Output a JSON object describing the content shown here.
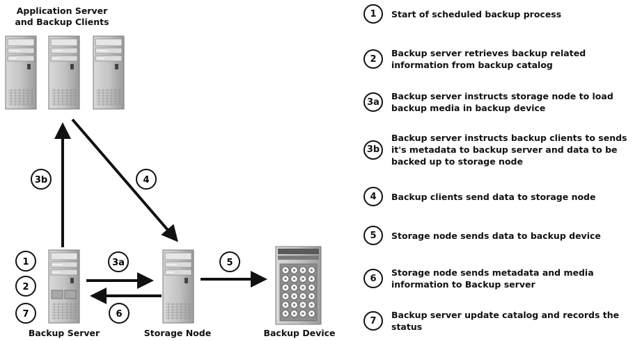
{
  "labels": {
    "app_server_line1": "Application Server",
    "app_server_line2": "and Backup Clients",
    "backup_server": "Backup Server",
    "storage_node": "Storage Node",
    "backup_device": "Backup Device"
  },
  "arrow_badges": {
    "a3b": "3b",
    "a4": "4",
    "a3a": "3a",
    "a5": "5",
    "a6": "6"
  },
  "server_badges": [
    "1",
    "2",
    "7"
  ],
  "steps": [
    {
      "num": "1",
      "text": "Start of scheduled  backup process"
    },
    {
      "num": "2",
      "text": "Backup server retrieves backup related information from backup catalog"
    },
    {
      "num": "3a",
      "text": "Backup server instructs storage node to load backup media in backup device"
    },
    {
      "num": "3b",
      "text": "Backup server instructs backup  clients to sends it's metadata to backup server and data to be backed up to storage node"
    },
    {
      "num": "4",
      "text": "Backup clients send data to storage node"
    },
    {
      "num": "5",
      "text": "Storage node sends data to backup device"
    },
    {
      "num": "6",
      "text": "Storage node sends metadata and media information to Backup server"
    },
    {
      "num": "7",
      "text": "Backup server update catalog and records the status"
    }
  ],
  "colors": {
    "server_body": "#c8c8c8",
    "server_dark": "#6e6e6e",
    "arrow": "#111111",
    "disc": "#f4f4f4"
  }
}
